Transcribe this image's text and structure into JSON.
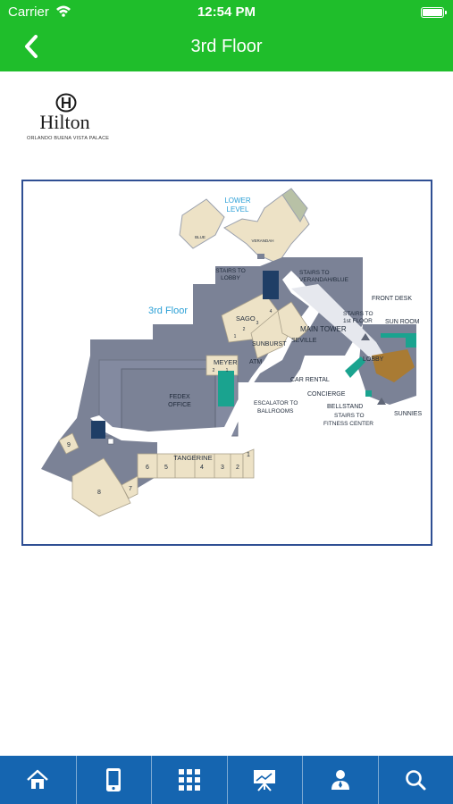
{
  "status": {
    "carrier": "Carrier",
    "time": "12:54 PM",
    "battery_level": 1.0
  },
  "nav": {
    "title": "3rd Floor"
  },
  "logo": {
    "name": "Hilton",
    "subtitle": "ORLANDO BUENA VISTA PALACE"
  },
  "map": {
    "floor_label": "3rd Floor",
    "lower_level": [
      "LOWER",
      "LEVEL"
    ],
    "labels": {
      "blue": "BLUE",
      "verandah": "VERANDAH",
      "stairs_to_lobby": [
        "STAIRS TO",
        "LOBBY"
      ],
      "stairs_to_verandah_blue": [
        "STAIRS TO",
        "VERANDAH/BLUE"
      ],
      "front_desk": "FRONT DESK",
      "stairs_1st_floor": [
        "STAIRS TO",
        "1st FLOOR"
      ],
      "sun_room": "SUN ROOM",
      "main_tower": "MAIN TOWER",
      "sago": "SAGO",
      "sunburst": "SUNBURST",
      "seville": "SEVILLE",
      "meyer": "MEYER",
      "atm": "ATM",
      "lobby": "LOBBY",
      "car_rental": "CAR RENTAL",
      "concierge": "CONCIERGE",
      "bellstand": "BELLSTAND",
      "stairs_fitness": [
        "STAIRS TO",
        "FITNESS CENTER"
      ],
      "sunnies": "SUNNIES",
      "fedex": [
        "FEDEX",
        "OFFICE"
      ],
      "escalator": [
        "ESCALATOR TO",
        "BALLROOMS"
      ],
      "tangerine": "TANGERINE",
      "tangerine_rooms": [
        "6",
        "5",
        "4",
        "3",
        "2",
        "1"
      ],
      "room_7": "7",
      "room_8": "8",
      "room_9": "9",
      "sago_rooms": [
        "4",
        "3",
        "2",
        "1"
      ],
      "meyer_rooms": [
        "2",
        "1"
      ]
    }
  },
  "tabs": [
    {
      "name": "home-icon"
    },
    {
      "name": "phone-icon"
    },
    {
      "name": "grid-icon"
    },
    {
      "name": "presentation-icon"
    },
    {
      "name": "person-icon"
    },
    {
      "name": "search-icon"
    }
  ],
  "colors": {
    "nav_green": "#1fbe2b",
    "tab_blue": "#1565b0",
    "map_gray": "#7b8296",
    "room_beige": "#ede2c6",
    "accent_teal": "#1aa38f",
    "lobby_brown": "#a97b34",
    "label_blue": "#2a9fd6"
  }
}
